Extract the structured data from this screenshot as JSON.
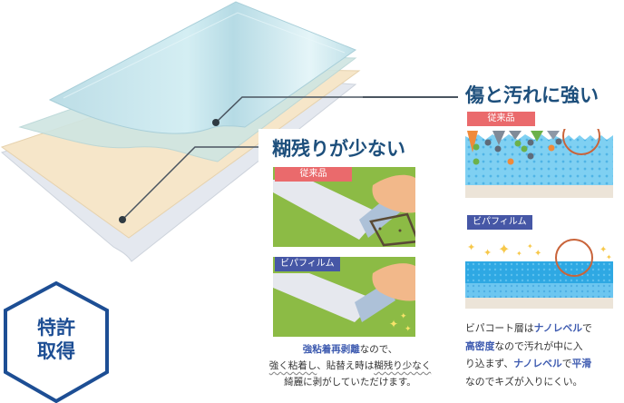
{
  "diagram": {
    "layers_illustration": {
      "layers": [
        "top-clear-layer",
        "second-clear-layer",
        "adhesive-beige-layer",
        "base-gray-layer"
      ],
      "callouts": [
        {
          "target": "top-coating-layer",
          "points_to": "scratch-dirt-section"
        },
        {
          "target": "adhesive-layer",
          "points_to": "residue-section"
        }
      ]
    },
    "scratch_section": {
      "title": "傷と汚れに強い",
      "conventional_tag": "従来品",
      "bipa_tag": "ビパフィルム",
      "description": {
        "line1_a": "ビパコート層は",
        "line1_b": "ナノレベル",
        "line1_c": "で",
        "line2_a": "高密度",
        "line2_b": "なので汚れが中に入",
        "line3_a": "り込まず、",
        "line3_b": "ナノレベル",
        "line3_c": "で",
        "line3_d": "平滑",
        "line4": "なのでキズが入りにくい。"
      }
    },
    "residue_section": {
      "title": "糊残りが少ない",
      "conventional_tag": "従来品",
      "bipa_tag": "ビパフィルム",
      "caption": {
        "line1_a": "強粘着再剥離",
        "line1_b": "なので、",
        "line2_a": "強く粘着し",
        "line2_b": "、貼替え時は",
        "line2_c": "糊残り少なく",
        "line3": "綺麗に剥がしていただけます。"
      }
    },
    "patent_badge": {
      "line1": "特許",
      "line2": "取得"
    },
    "colors": {
      "title": "#1d4f7c",
      "conventional_tag": "#ea6a6c",
      "bipa_tag": "#4657a6",
      "highlight": "#3e5bb0",
      "badge": "#1d4e94",
      "grass": "#8cbb45",
      "water": "#5ec2ee",
      "circle": "#c9643a"
    }
  }
}
